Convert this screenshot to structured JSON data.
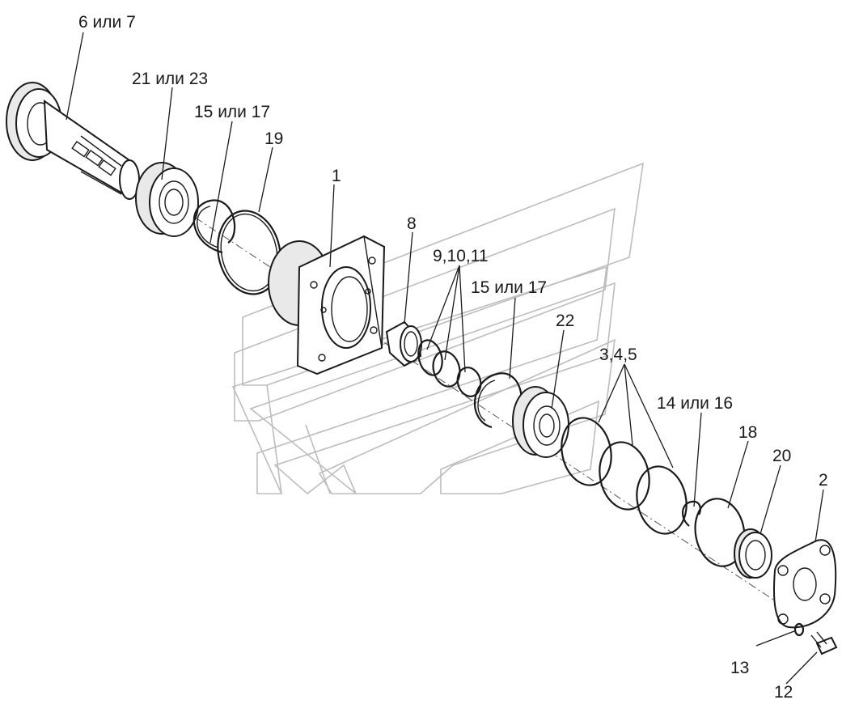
{
  "diagram": {
    "labels": {
      "l1": "1",
      "l2": "2",
      "l345": "3,4,5",
      "l6or7": "6 или 7",
      "l8": "8",
      "l91011": "9,10,11",
      "l12": "12",
      "l13": "13",
      "l14or16": "14 или 16",
      "l15or17a": "15 или 17",
      "l15or17b": "15 или 17",
      "l18": "18",
      "l19": "19",
      "l20": "20",
      "l21or23": "21 или 23",
      "l22": "22"
    }
  }
}
